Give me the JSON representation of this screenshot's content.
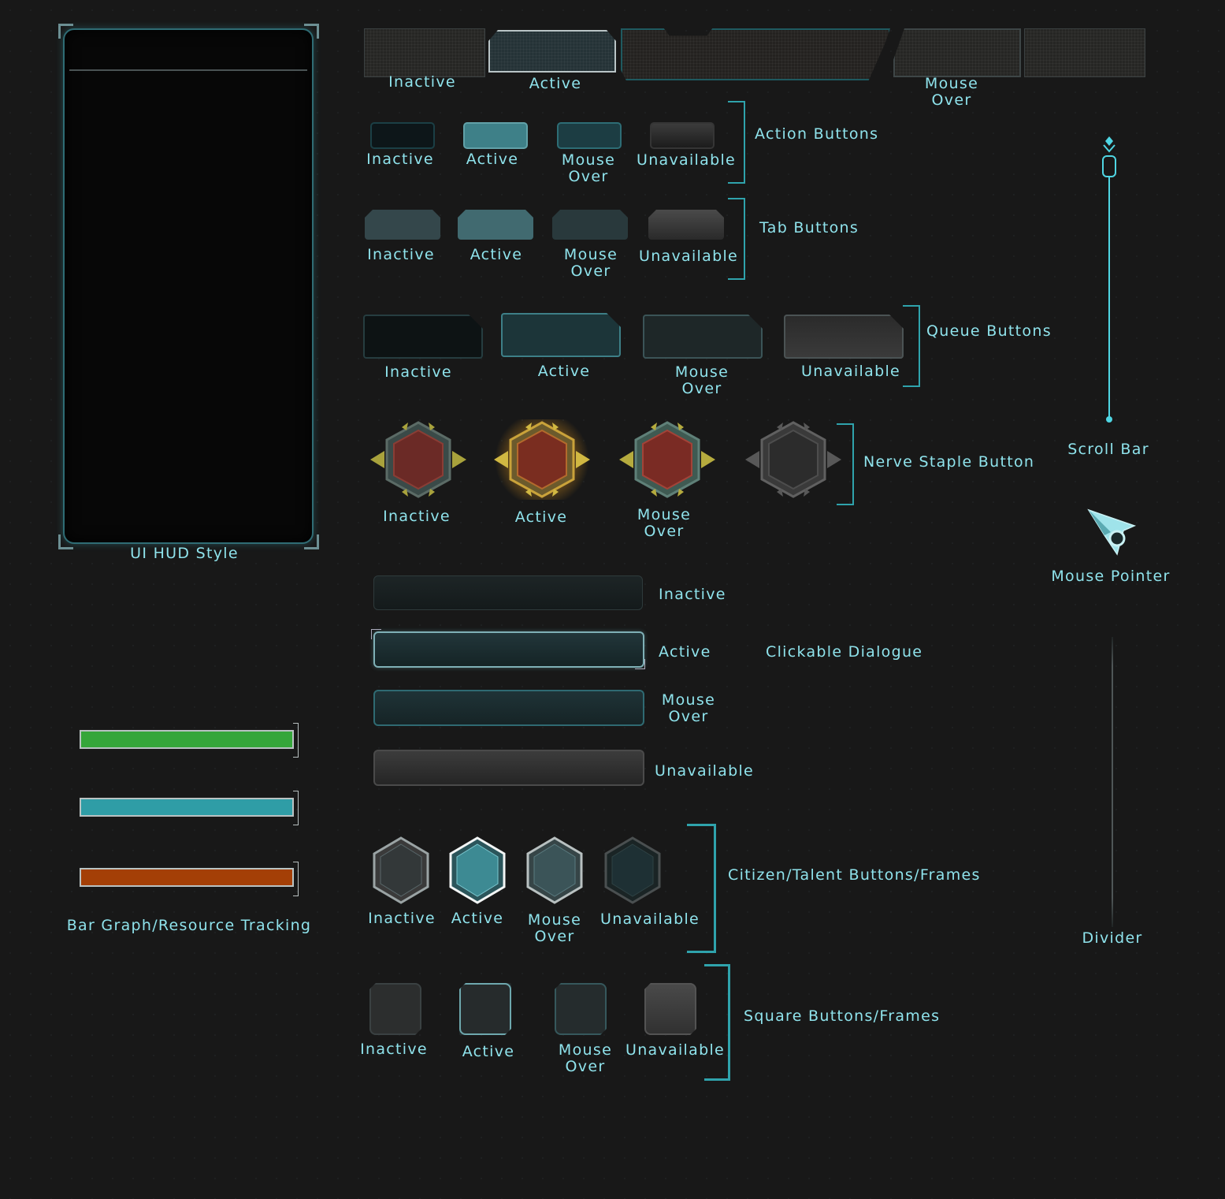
{
  "colors": {
    "background": "#181818",
    "text": "#8fe3ec",
    "accent": "#2fa3ac",
    "green": "#35a63a",
    "cyan": "#2f9da6",
    "orange": "#a43f06"
  },
  "hud": {
    "label": "UI HUD Style"
  },
  "top_tabs": {
    "inactive": "Inactive",
    "active": "Active",
    "mouse_over": "Mouse\nOver"
  },
  "action_buttons": {
    "title": "Action Buttons",
    "states": [
      "Inactive",
      "Active",
      "Mouse\nOver",
      "Unavailable"
    ]
  },
  "tab_buttons": {
    "title": "Tab Buttons",
    "states": [
      "Inactive",
      "Active",
      "Mouse\nOver",
      "Unavailable"
    ]
  },
  "queue_buttons": {
    "title": "Queue Buttons",
    "states": [
      "Inactive",
      "Active",
      "Mouse\nOver",
      "Unavailable"
    ]
  },
  "nerve_staple": {
    "title": "Nerve Staple Button",
    "states": [
      "Inactive",
      "Active",
      "Mouse\nOver"
    ]
  },
  "clickable_dialogue": {
    "title": "Clickable Dialogue",
    "states": [
      "Inactive",
      "Active",
      "Mouse\nOver",
      "Unavailable"
    ]
  },
  "citizen_buttons": {
    "title": "Citizen/Talent Buttons/Frames",
    "states": [
      "Inactive",
      "Active",
      "Mouse\nOver",
      "Unavailable"
    ]
  },
  "square_buttons": {
    "title": "Square Buttons/Frames",
    "states": [
      "Inactive",
      "Active",
      "Mouse\nOver",
      "Unavailable"
    ]
  },
  "bar_graph": {
    "label": "Bar Graph/Resource Tracking",
    "bars": [
      {
        "color": "#35a63a",
        "fill": 1.0
      },
      {
        "color": "#2f9da6",
        "fill": 1.0
      },
      {
        "color": "#a43f06",
        "fill": 1.0
      }
    ]
  },
  "scroll_bar": {
    "label": "Scroll Bar"
  },
  "mouse_pointer": {
    "label": "Mouse Pointer",
    "icon": "cursor-arrow-icon"
  },
  "divider": {
    "label": "Divider"
  }
}
